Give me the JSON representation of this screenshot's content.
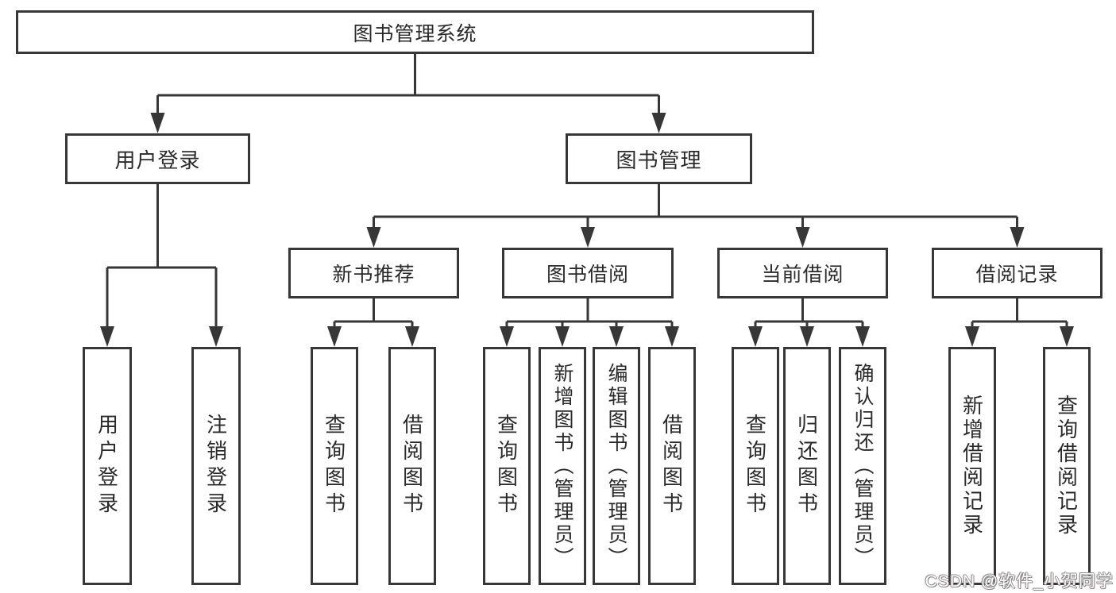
{
  "diagram": {
    "root": {
      "label": "图书管理系统"
    },
    "level2": [
      {
        "id": "user-login",
        "label": "用户登录"
      },
      {
        "id": "book-management",
        "label": "图书管理"
      }
    ],
    "level3": [
      {
        "id": "new-book-recommend",
        "label": "新书推荐"
      },
      {
        "id": "book-borrow",
        "label": "图书借阅"
      },
      {
        "id": "current-borrow",
        "label": "当前借阅"
      },
      {
        "id": "borrow-records",
        "label": "借阅记录"
      }
    ],
    "leaves": {
      "user_login": [
        "用户登录",
        "注销登录"
      ],
      "new_book_recommend": [
        "查询图书",
        "借阅图书"
      ],
      "book_borrow": [
        "查询图书",
        "新增图书（管理员）",
        "编辑图书（管理员）",
        "借阅图书"
      ],
      "current_borrow": [
        "查询图书",
        "归还图书",
        "确认归还（管理员）"
      ],
      "borrow_records": [
        "新增借阅记录",
        "查询借阅记录"
      ]
    },
    "colors": {
      "line": "#373737",
      "text": "#2a2a2a",
      "background": "#ffffff"
    }
  },
  "watermark": {
    "text": "CSDN @软件_小贺同学"
  }
}
